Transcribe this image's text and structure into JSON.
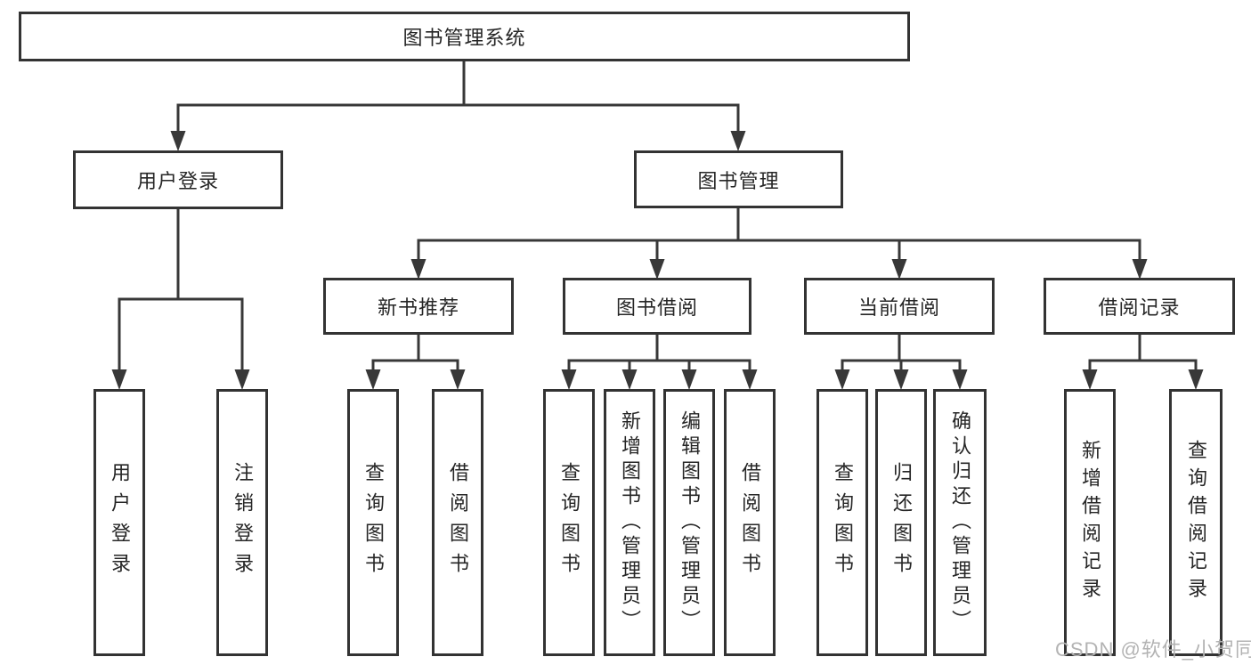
{
  "diagram": {
    "type": "tree",
    "colors": {
      "line": "#383838",
      "box_border": "#333333",
      "text": "#262626",
      "background": "#ffffff",
      "watermark_text_color": "#b3b3b3"
    },
    "nodes": {
      "root": {
        "label": "图书管理系统"
      },
      "user_login": {
        "label": "用户登录"
      },
      "book_management": {
        "label": "图书管理"
      },
      "new_book_recommend": {
        "label": "新书推荐"
      },
      "book_borrow": {
        "label": "图书借阅"
      },
      "current_borrow": {
        "label": "当前借阅"
      },
      "borrow_record": {
        "label": "借阅记录"
      },
      "leaf_user_login": {
        "label": "用户登录"
      },
      "leaf_logout": {
        "label": "注销登录"
      },
      "leaf_query_book_1": {
        "label": "查询图书"
      },
      "leaf_borrow_book_1": {
        "label": "借阅图书"
      },
      "leaf_query_book_2": {
        "label": "查询图书"
      },
      "leaf_add_book_admin": {
        "label": "新增图书（管理员）"
      },
      "leaf_edit_book_admin": {
        "label": "编辑图书（管理员）"
      },
      "leaf_borrow_book_2": {
        "label": "借阅图书"
      },
      "leaf_query_book_3": {
        "label": "查询图书"
      },
      "leaf_return_book": {
        "label": "归还图书"
      },
      "leaf_confirm_return_admin": {
        "label": "确认归还（管理员）"
      },
      "leaf_add_borrow_record": {
        "label": "新增借阅记录"
      },
      "leaf_query_borrow_record": {
        "label": "查询借阅记录"
      }
    }
  },
  "watermark": {
    "text": "CSDN @软件_小贺同学"
  }
}
